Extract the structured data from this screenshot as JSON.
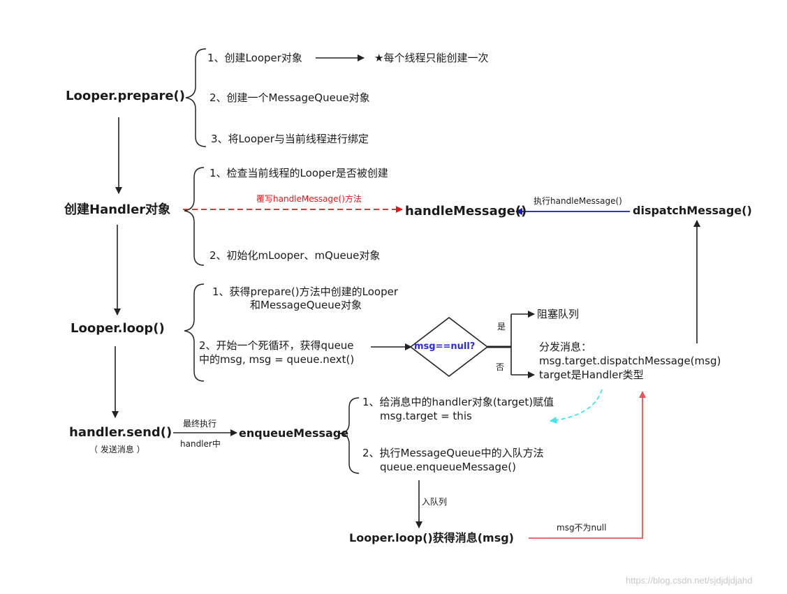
{
  "nodes": {
    "prepare": "Looper.prepare()",
    "create_handler": "创建Handler对象",
    "loop": "Looper.loop()",
    "send": "handler.send()",
    "send_note": "（ 发送消息 ）",
    "enqueue": "enqueueMessage",
    "handle_message": "handleMessage()",
    "dispatch_message": "dispatchMessage()",
    "loop_get_msg": "Looper.loop()获得消息(msg)",
    "decision": "msg==null?"
  },
  "prepare_steps": [
    "1、创建Looper对象",
    "2、创建一个MessageQueue对象",
    "3、将Looper与当前线程进行绑定"
  ],
  "prepare_note": "★每个线程只能创建一次",
  "handler_steps": [
    "1、检查当前线程的Looper是否被创建",
    "2、初始化mLooper、mQueue对象"
  ],
  "loop_steps": {
    "step1_line1": "1、获得prepare()方法中创建的Looper",
    "step1_line2": "和MessageQueue对象",
    "step2_line1": "2、开始一个死循环，获得queue",
    "step2_line2": "中的msg, msg = queue.next()"
  },
  "decision_yes": "是",
  "decision_no": "否",
  "block_queue": "阻塞队列",
  "dispatch_text": {
    "line1": "分发消息：",
    "line2": "msg.target.dispatchMessage(msg)",
    "line3": "target是Handler类型"
  },
  "enqueue_steps": {
    "step1_line1": "1、给消息中的handler对象(target)赋值",
    "step1_line2": "msg.target = this",
    "step2_line1": "2、执行MessageQueue中的入队方法",
    "step2_line2": "queue.enqueueMessage()"
  },
  "edge_labels": {
    "override": "覆写handleMessage()方法",
    "execute_handle": "执行handleMessage()",
    "final_exec": "最终执行",
    "in_handler": "handler中",
    "enqueue_label": "入队列",
    "not_null": "msg不为null"
  },
  "watermark": "https://blog.csdn.net/sjdjdjdjahd",
  "colors": {
    "line": "#222222",
    "red_dashed": "#e0181b",
    "blue": "#1414d8",
    "cyan_dashed": "#3ee6f0",
    "red_solid": "#e8575a"
  }
}
